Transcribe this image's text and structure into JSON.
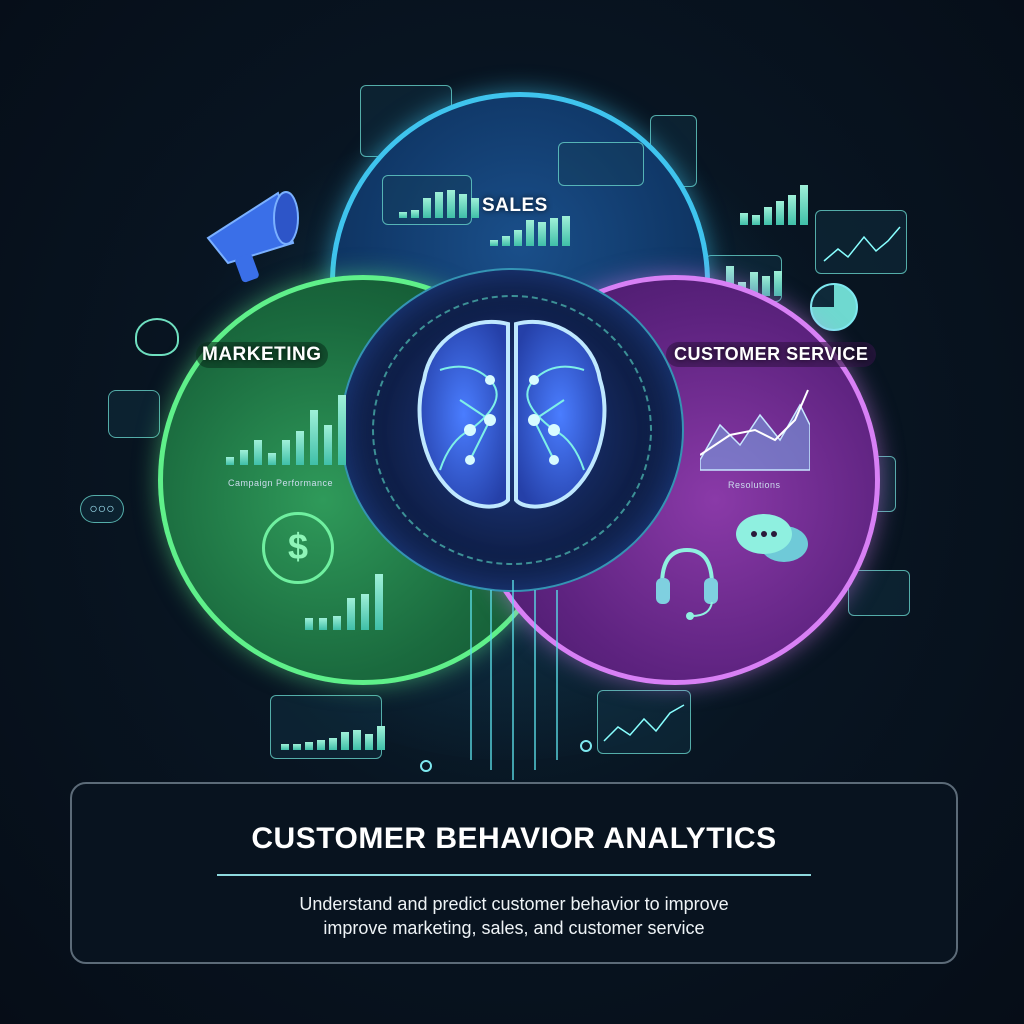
{
  "diagram": {
    "type": "venn",
    "sets": [
      {
        "id": "sales",
        "label": "SALES",
        "color": "#3fc4ee"
      },
      {
        "id": "marketing",
        "label": "MARKETING",
        "color": "#5ff08a"
      },
      {
        "id": "customer_service",
        "label": "CUSTOMER SERVICE",
        "color": "#d880f5"
      }
    ],
    "center": {
      "icon": "brain-icon",
      "color": "#5a8cff"
    }
  },
  "panels": {
    "marketing_chart_caption": "Campaign Performance",
    "service_chart_caption": "Resolutions",
    "marketing_bars": [
      8,
      18,
      25,
      16,
      24,
      34,
      50,
      40,
      58
    ],
    "sales_bars_left": [
      6,
      8,
      20,
      26,
      28,
      24,
      20
    ],
    "sales_bars_bottom": [
      6,
      10,
      16,
      26,
      24,
      28,
      30
    ]
  },
  "icons": [
    "megaphone-icon",
    "dollar-icon",
    "headset-icon",
    "chat-bubble-icon",
    "pie-chart-icon",
    "cloud-icon",
    "ellipsis-icon"
  ],
  "footer": {
    "title": "CUSTOMER BEHAVIOR ANALYTICS",
    "subtitle_line1": "Understand and predict customer behavior to improve",
    "subtitle_line2": "improve marketing, sales, and customer service"
  }
}
